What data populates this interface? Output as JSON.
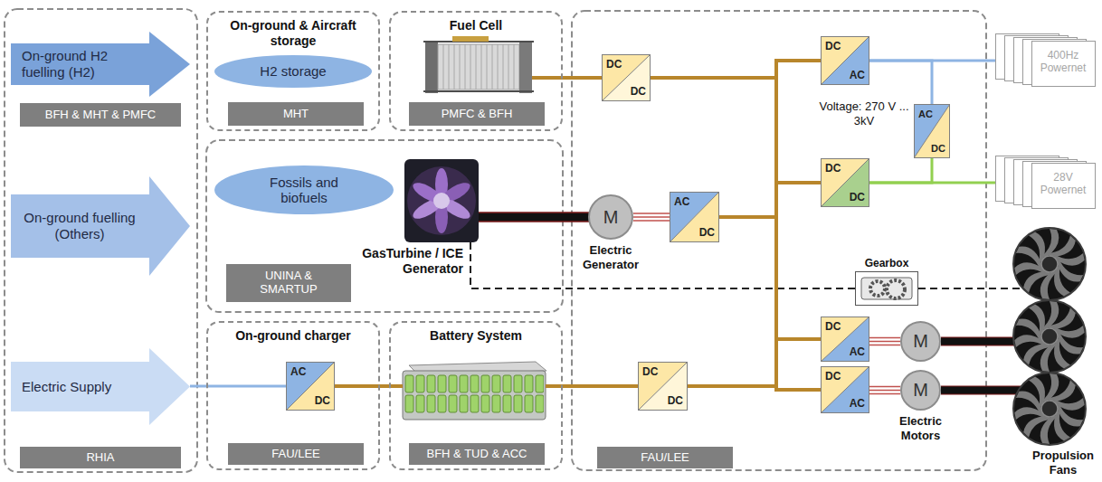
{
  "diagram": {
    "nodes": [
      {
        "text": [
          "On-ground H2 fuelling (H2)"
        ]
      },
      {
        "text": [
          "BFH & MHT & PMFC"
        ]
      },
      {
        "text": [
          "On-ground fuelling (Others)"
        ]
      },
      {
        "text": [
          "Electric Supply"
        ]
      },
      {
        "text": [
          "RHIA"
        ]
      },
      {
        "text": [
          "On-ground & Aircraft storage"
        ]
      },
      {
        "text": [
          "H2 storage"
        ],
        "in": 5
      },
      {
        "text": [
          "MHT"
        ],
        "in": 5
      },
      {
        "text": [
          "Fuel Cell"
        ]
      },
      {
        "text": [
          "PMFC & BFH"
        ],
        "in": 8
      },
      {
        "text": [
          "Fossils and biofuels"
        ]
      },
      {
        "text": [
          "UNINA & SMARTUP"
        ]
      },
      {
        "text": [
          "On-ground charger"
        ]
      },
      {
        "text": [
          "AC",
          "DC"
        ],
        "in": 12
      },
      {
        "text": [
          "FAU/LEE"
        ],
        "in": 12
      },
      {
        "text": [
          "Battery System"
        ]
      },
      {
        "text": [
          "BFH & TUD & ACC"
        ],
        "in": 15
      },
      {
        "text": [
          "DC",
          "DC"
        ]
      },
      {
        "text": [
          "DC",
          "AC"
        ]
      },
      {
        "text": [
          "M",
          "Electric Generator"
        ]
      },
      {
        "text": [
          "AC",
          "DC"
        ]
      },
      {
        "text": [
          "AC",
          "DC"
        ]
      },
      {
        "text": [
          "DC",
          "DC"
        ]
      },
      {
        "text": [
          "Gearbox"
        ]
      },
      {
        "text": [
          "DC",
          "DC"
        ]
      },
      {
        "text": [
          "DC",
          "AC"
        ]
      },
      {
        "text": [
          "M"
        ]
      },
      {
        "text": [
          "DC",
          "AC"
        ]
      },
      {
        "text": [
          "M",
          "Electric Motors"
        ]
      },
      {
        "text": [
          "FAU/LEE"
        ]
      },
      {
        "text": [
          "400Hz Powernet"
        ]
      },
      {
        "text": [
          "28V Powernet"
        ]
      }
    ],
    "edges": [
      {
        "from": 3,
        "to": 13,
        "arrow": "none"
      },
      {
        "from": 13,
        "to": 15,
        "arrow": "none"
      },
      {
        "from": 15,
        "to": 24,
        "arrow": "none"
      },
      {
        "from": 8,
        "to": 17,
        "arrow": "none"
      },
      {
        "from": 19,
        "to": 20,
        "arrow": "none"
      },
      {
        "from": 17,
        "to": 18,
        "arrow": "none"
      },
      {
        "from": 17,
        "to": 22,
        "arrow": "none"
      },
      {
        "from": 17,
        "to": 25,
        "arrow": "none"
      },
      {
        "from": 17,
        "to": 27,
        "arrow": "none"
      },
      {
        "from": 20,
        "to": 18,
        "arrow": "none"
      },
      {
        "from": 20,
        "to": 22,
        "arrow": "none"
      },
      {
        "from": 20,
        "to": 25,
        "arrow": "none"
      },
      {
        "from": 20,
        "to": 27,
        "arrow": "none"
      },
      {
        "from": 24,
        "to": 18,
        "arrow": "none"
      },
      {
        "from": 24,
        "to": 22,
        "arrow": "none"
      },
      {
        "from": 24,
        "to": 25,
        "arrow": "none"
      },
      {
        "from": 24,
        "to": 27,
        "arrow": "none"
      },
      {
        "from": 18,
        "to": 30,
        "arrow": "none"
      },
      {
        "from": 18,
        "to": 21,
        "arrow": "none"
      },
      {
        "from": 22,
        "to": 31,
        "arrow": "none"
      },
      {
        "from": 22,
        "to": 21,
        "arrow": "none"
      },
      {
        "from": 25,
        "to": 26,
        "arrow": "none"
      },
      {
        "from": 27,
        "to": 28,
        "arrow": "none"
      }
    ],
    "labels": [
      "GasTurbine / ICE Generator",
      "Voltage: 270 V ... 3kV",
      "Propulsion Fans"
    ]
  }
}
